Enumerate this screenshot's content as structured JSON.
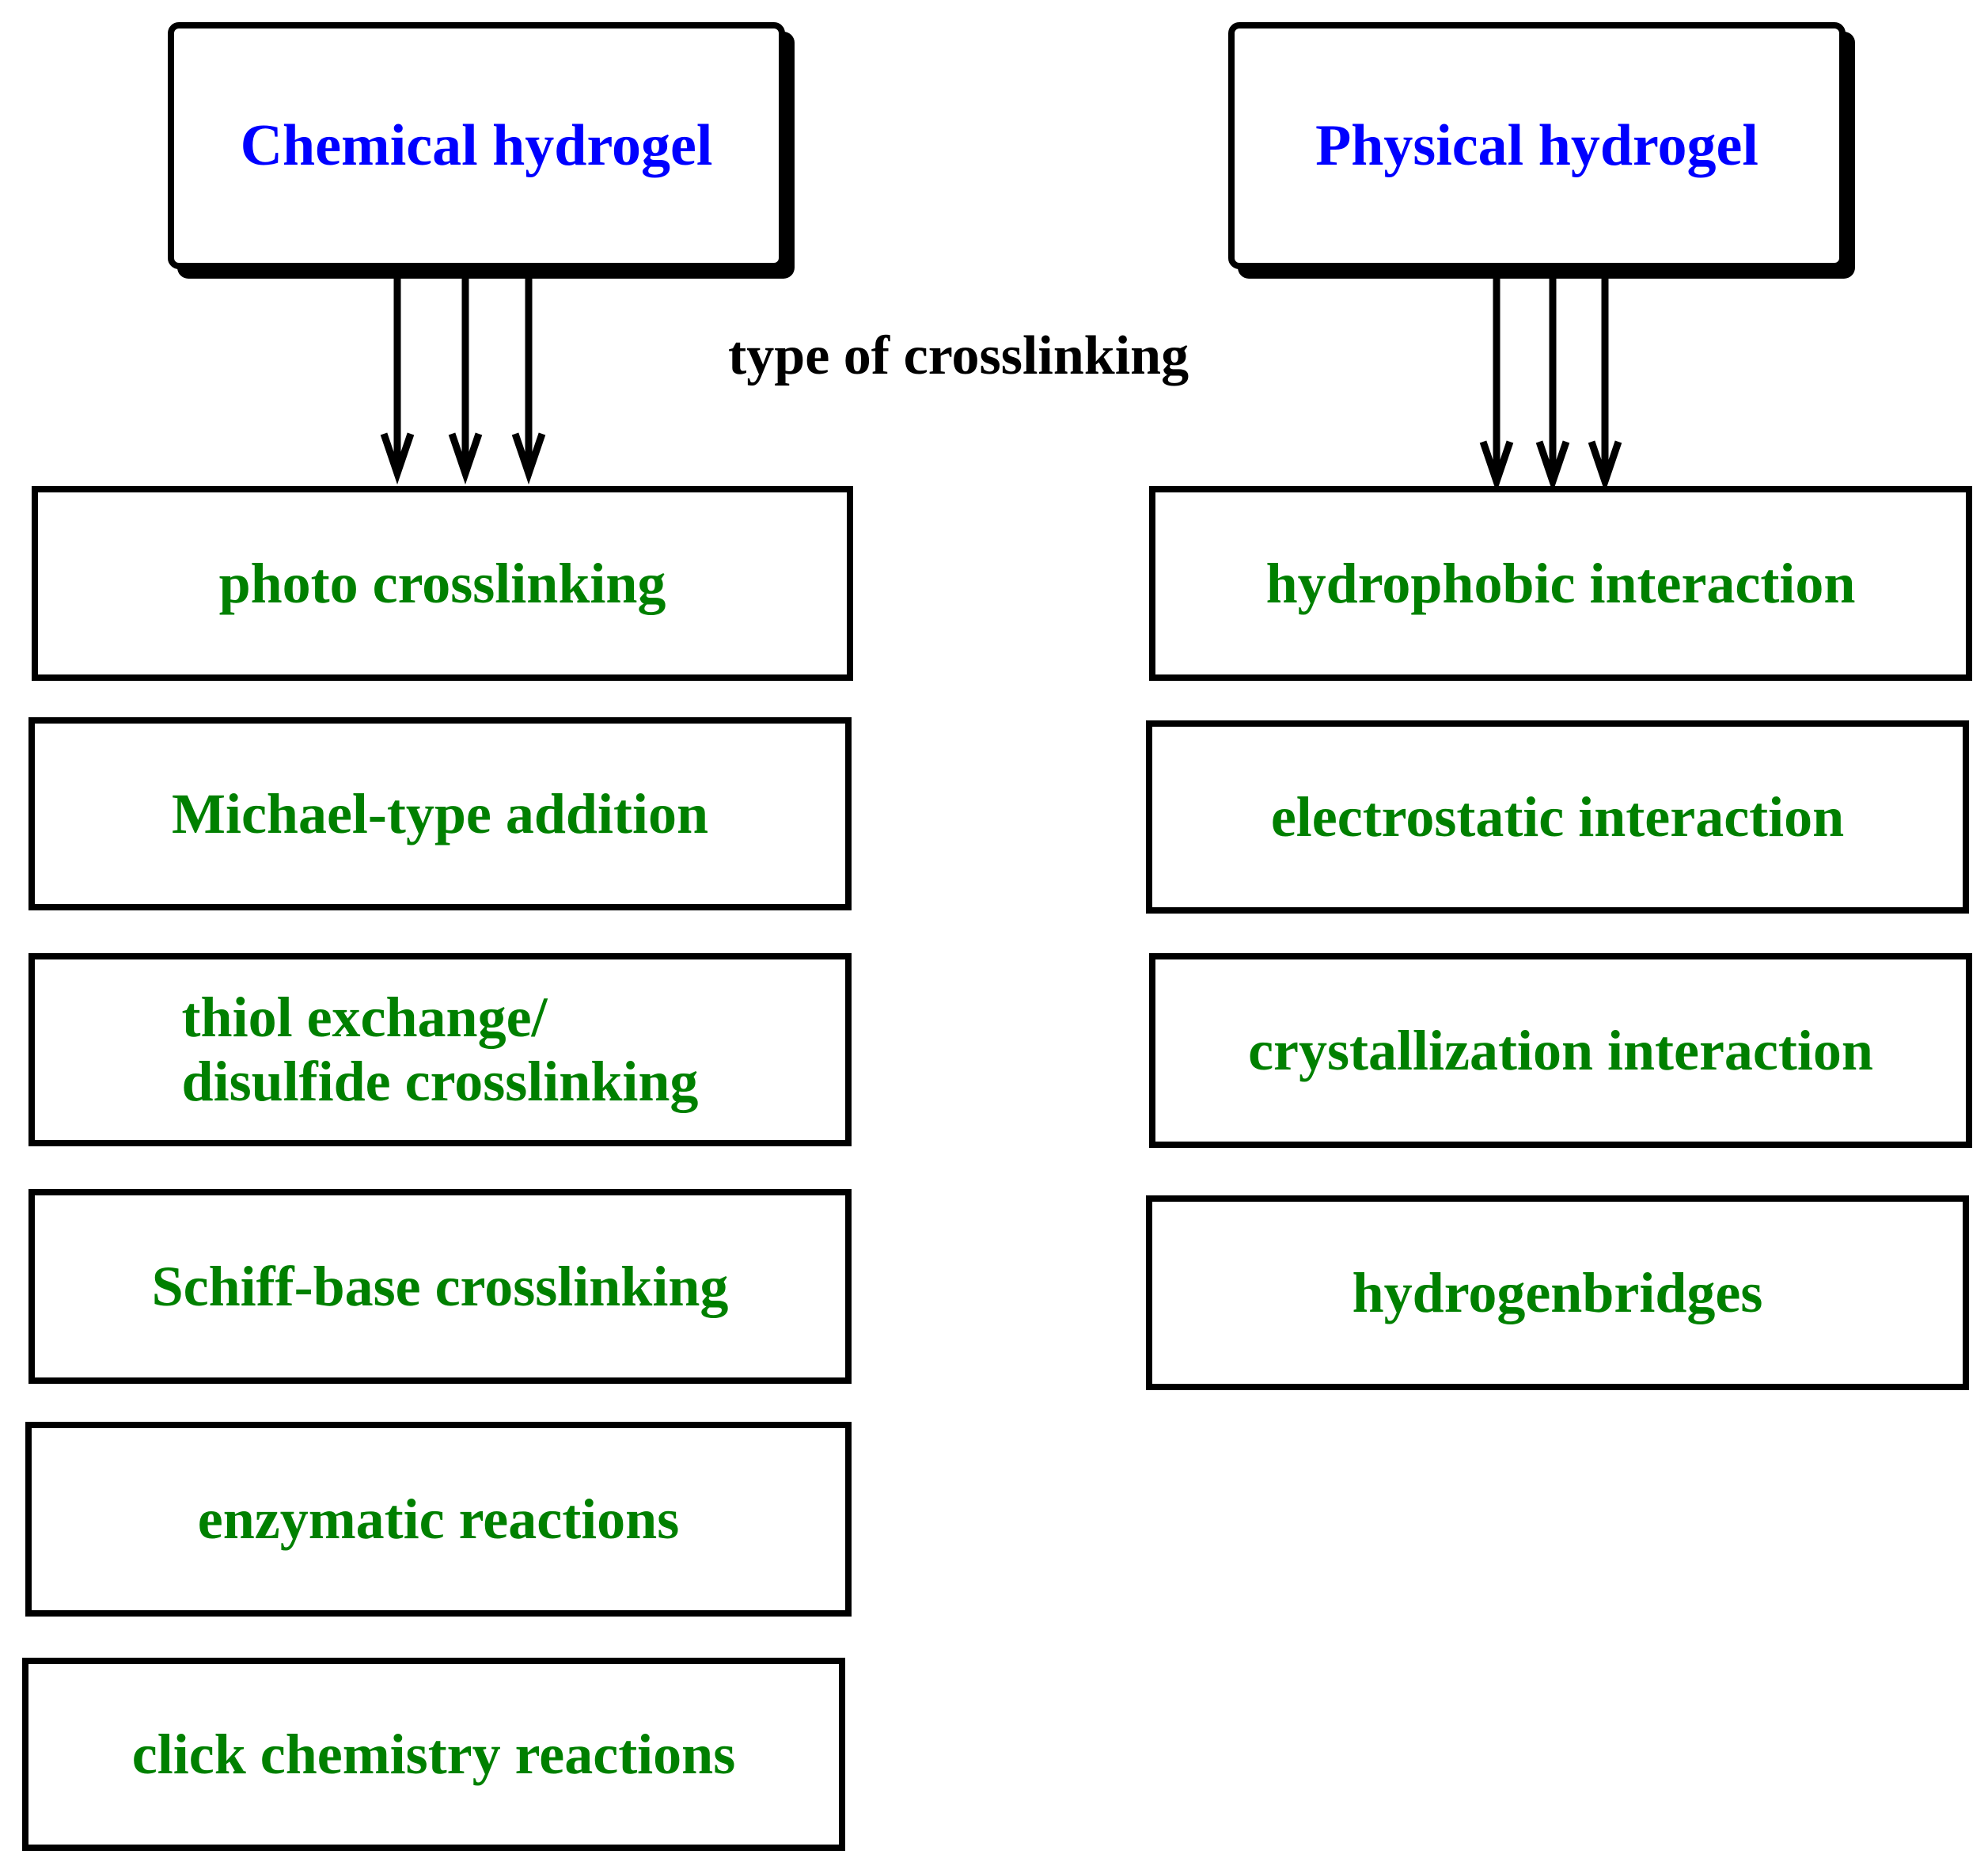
{
  "colors": {
    "header_text": "#0000ff",
    "item_text": "#008000",
    "border": "#000000",
    "label": "#000000"
  },
  "center_label": "type of crosslinking",
  "chemical": {
    "title": "Chemical hydrogel",
    "items": [
      {
        "lines": [
          "photo crosslinking"
        ]
      },
      {
        "lines": [
          "Michael-type addition"
        ]
      },
      {
        "lines": [
          "thiol exchange/",
          "disulfide crosslinking"
        ]
      },
      {
        "lines": [
          "Schiff-base crosslinking"
        ]
      },
      {
        "lines": [
          "enzymatic reactions"
        ]
      },
      {
        "lines": [
          "click chemistry reactions"
        ]
      }
    ]
  },
  "physical": {
    "title": "Physical hydrogel",
    "items": [
      {
        "lines": [
          "hydrophobic interaction"
        ]
      },
      {
        "lines": [
          "electrostatic interaction"
        ]
      },
      {
        "lines": [
          "crystallization interaction"
        ]
      },
      {
        "lines": [
          "hydrogenbridges"
        ]
      }
    ]
  }
}
